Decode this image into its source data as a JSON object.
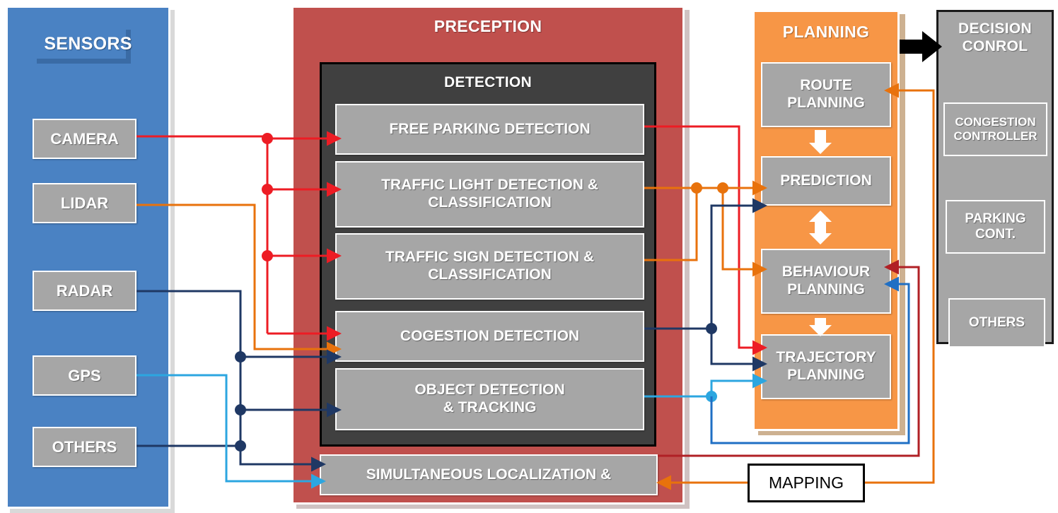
{
  "diagram": {
    "title_typos_preserved": true
  },
  "sensors": {
    "title": "SENSORS",
    "panel_color": "#4a82c3",
    "items": [
      {
        "label": "CAMERA",
        "wire_color": "#ed1c24"
      },
      {
        "label": "LIDAR",
        "wire_color": "#e8720c"
      },
      {
        "label": "RADAR",
        "wire_color": "#1f3864"
      },
      {
        "label": "GPS",
        "wire_color": "#2ca6e0"
      },
      {
        "label": "OTHERS",
        "wire_color": "#1f3864"
      }
    ]
  },
  "perception": {
    "title": "PRECEPTION",
    "panel_color": "#c0504d",
    "detection": {
      "title": "DETECTION",
      "panel_color": "#404040",
      "items": [
        {
          "label": "FREE PARKING DETECTION"
        },
        {
          "label": "TRAFFIC LIGHT DETECTION &\nCLASSIFICATION"
        },
        {
          "label": "TRAFFIC SIGN DETECTION &\nCLASSIFICATION"
        },
        {
          "label": "COGESTION DETECTION"
        },
        {
          "label": "OBJECT DETECTION\n& TRACKING"
        }
      ]
    },
    "slam": {
      "label": "SIMULTANEOUS LOCALIZATION &"
    }
  },
  "planning": {
    "title": "PLANNING",
    "panel_color": "#f79646",
    "items": [
      {
        "label": "ROUTE\nPLANNING"
      },
      {
        "label": "PREDICTION"
      },
      {
        "label": "BEHAVIOUR\nPLANNING"
      },
      {
        "label": "TRAJECTORY\nPLANNING"
      }
    ]
  },
  "decision_control": {
    "title": "DECISION\nCONROL",
    "panel_color": "#a6a6a6",
    "items": [
      {
        "label": "CONGESTION\nCONTROLLER"
      },
      {
        "label": "PARKING\nCONT."
      },
      {
        "label": "OTHERS"
      }
    ]
  },
  "mapping": {
    "label": "MAPPING"
  },
  "colors": {
    "red": "#ed1c24",
    "orange": "#e8720c",
    "navy": "#1f3864",
    "light_blue": "#2ca6e0",
    "dark_red": "#b02025",
    "blue": "#1f6fc4",
    "black": "#000000",
    "sensors_blue": "#4a82c3",
    "perception_red": "#c0504d",
    "detection_gray": "#404040",
    "planning_orange": "#f79646",
    "decision_gray": "#a6a6a6",
    "box_gray": "#a6a6a6"
  }
}
